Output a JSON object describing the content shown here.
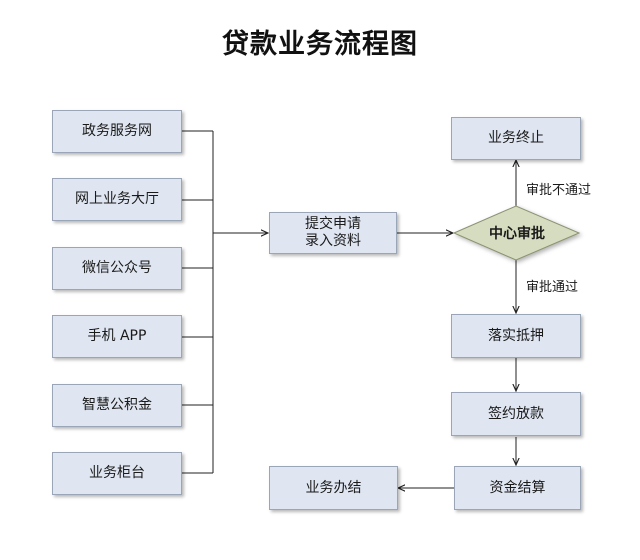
{
  "title": "贷款业务流程图",
  "channels": [
    "政务服务网",
    "网上业务大厅",
    "微信公众号",
    "手机 APP",
    "智慧公积金",
    "业务柜台"
  ],
  "submit": {
    "line1": "提交申请",
    "line2": "录入资料"
  },
  "decision": "中心审批",
  "reject_label": "审批不通过",
  "approve_label": "审批通过",
  "terminate": "业务终止",
  "steps": [
    "落实抵押",
    "签约放款",
    "资金结算"
  ],
  "complete": "业务办结"
}
